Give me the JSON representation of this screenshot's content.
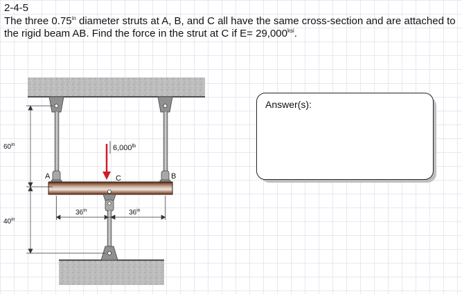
{
  "problem": {
    "number": "2-4-5",
    "statement_part1": "The three 0.75",
    "unit_in": "in",
    "statement_part2": " diameter struts at A, B, and C all have the same cross-section and are attached to the rigid beam AB.  Find the force in the strut at C if E= 29,000",
    "unit_ksi": "ksi",
    "statement_end": "."
  },
  "answer": {
    "label": "Answer(s):"
  },
  "diagram": {
    "dim_upper": "60",
    "dim_lower": "40",
    "dim_left_span": "36",
    "dim_right_span": "36",
    "unit": "in",
    "force_value": "6,000",
    "force_unit": "lb",
    "point_a": "A",
    "point_b": "B",
    "point_c": "C",
    "colors": {
      "force_arrow": "#d01c24",
      "beam": "#7a3a1c",
      "strut": "#8f8f8f"
    }
  }
}
